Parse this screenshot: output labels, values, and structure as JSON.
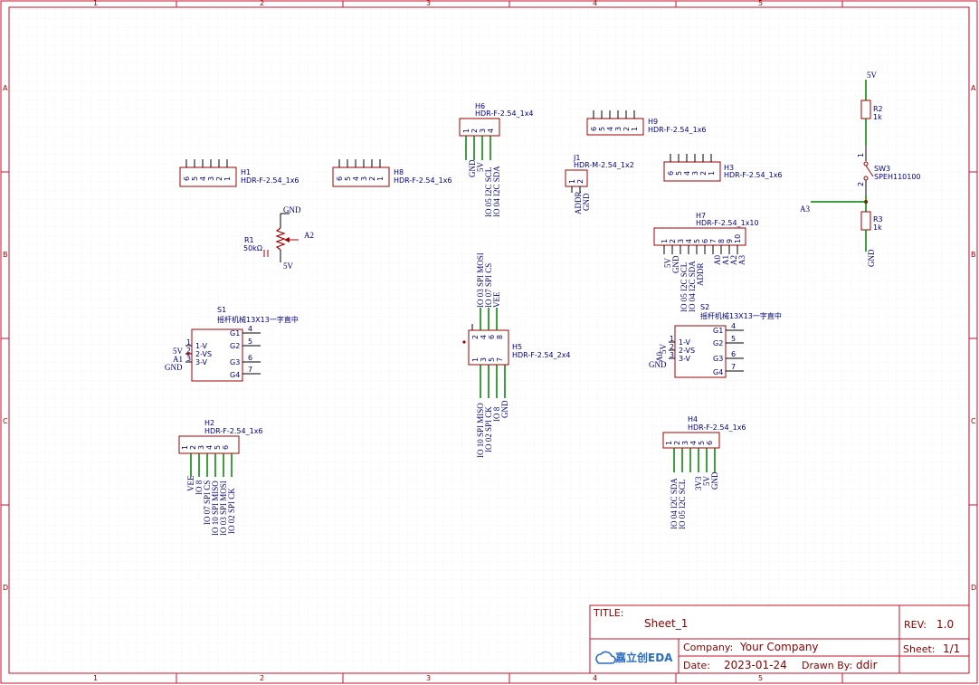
{
  "grid": {
    "columns": [
      "1",
      "2",
      "3",
      "4",
      "5"
    ],
    "rows": [
      "A",
      "B",
      "C",
      "D"
    ]
  },
  "title_block": {
    "title_label": "TITLE:",
    "title_value": "Sheet_1",
    "rev_label": "REV:",
    "rev_value": "1.0",
    "company_label": "Company:",
    "company_value": "Your Company",
    "sheet_label": "Sheet:",
    "sheet_value": "1/1",
    "date_label": "Date:",
    "date_value": "2023-01-24",
    "drawn_label": "Drawn By:",
    "drawn_value": "ddir",
    "logo_text": "嘉立创EDA"
  },
  "components": {
    "h1": {
      "ref": "H1",
      "value": "HDR-F-2.54_1x6",
      "pins": [
        "6",
        "5",
        "4",
        "3",
        "2",
        "1"
      ]
    },
    "h8": {
      "ref": "H8",
      "value": "HDR-F-2.54_1x6",
      "pins": [
        "6",
        "5",
        "4",
        "3",
        "2",
        "1"
      ]
    },
    "h9": {
      "ref": "H9",
      "value": "HDR-F-2.54_1x6",
      "pins": [
        "6",
        "5",
        "4",
        "3",
        "2",
        "1"
      ]
    },
    "h3": {
      "ref": "H3",
      "value": "HDR-F-2.54_1x6",
      "pins": [
        "6",
        "5",
        "4",
        "3",
        "2",
        "1"
      ]
    },
    "h6": {
      "ref": "H6",
      "value": "HDR-F-2.54_1x4",
      "pins": [
        "1",
        "2",
        "3",
        "4"
      ],
      "nets": [
        "GND",
        "5V",
        "IO 05 I2C SCL",
        "IO 04 I2C SDA"
      ]
    },
    "j1": {
      "ref": "J1",
      "value": "HDR-M-2.54_1x2",
      "pins": [
        "1",
        "2"
      ],
      "nets": [
        "ADDR",
        "GND"
      ]
    },
    "h7": {
      "ref": "H7",
      "value": "HDR-F-2.54_1x10",
      "pins": [
        "1",
        "2",
        "3",
        "4",
        "5",
        "6",
        "7",
        "8",
        "9",
        "10"
      ],
      "nets": [
        "5V",
        "GND",
        "IO 05 I2C SCL",
        "IO 04 I2C SDA",
        "ADDR",
        "A0",
        "A1",
        "A2",
        "A3"
      ]
    },
    "r1": {
      "ref": "R1",
      "value": "50kΩ",
      "net_top": "GND",
      "net_bottom": "5V",
      "net_wiper": "A2"
    },
    "r2": {
      "ref": "R2",
      "value": "1k",
      "net_top": "5V"
    },
    "r3": {
      "ref": "R3",
      "value": "1k",
      "net_bottom": "GND",
      "net_left": "A3"
    },
    "sw3": {
      "ref": "SW3",
      "value": "SPEH110100",
      "pins": [
        "1",
        "2"
      ]
    },
    "s1": {
      "ref": "S1",
      "value": "摇杆机械13X13一字直中",
      "left_pins": [
        "1-V",
        "2-VS",
        "3-V"
      ],
      "right_pins": [
        "G1",
        "G2",
        "G3",
        "G4"
      ],
      "right_nums": [
        "4",
        "5",
        "6",
        "7"
      ],
      "nets": [
        "5V",
        "A1",
        "GND"
      ],
      "pin_nums": [
        "1",
        "2",
        "3"
      ]
    },
    "s2": {
      "ref": "S2",
      "value": "摇杆机械13X13一字直中",
      "left_pins": [
        "1-V",
        "2-VS",
        "3-V"
      ],
      "right_pins": [
        "G1",
        "G2",
        "G3",
        "G4"
      ],
      "right_nums": [
        "4",
        "5",
        "6",
        "7"
      ],
      "nets": [
        "5V",
        "A0",
        "GND"
      ],
      "pin_nums": [
        "1",
        "2",
        "3"
      ]
    },
    "h5": {
      "ref": "H5",
      "value": "HDR-F-2.54_2x4",
      "top_pins": [
        "2",
        "4",
        "6",
        "8"
      ],
      "bottom_pins": [
        "1",
        "3",
        "5",
        "7"
      ],
      "top_nets": [
        "IO 03 SPI MOSI",
        "IO 07 SPI CS",
        "VEE"
      ],
      "bottom_nets": [
        "IO 10 SPI MISO",
        "IO 02 SPI CK",
        "IO 8",
        "GND"
      ]
    },
    "h2": {
      "ref": "H2",
      "value": "HDR-F-2.54_1x6",
      "pins": [
        "1",
        "2",
        "3",
        "4",
        "5",
        "6"
      ],
      "nets": [
        "VEE",
        "IO 8",
        "IO 07 SPI CS",
        "IO 10 SPI MISO",
        "IO 03 SPI MOSI",
        "IO 02 SPI CK"
      ]
    },
    "h4": {
      "ref": "H4",
      "value": "HDR-F-2.54_1x6",
      "pins": [
        "1",
        "2",
        "3",
        "4",
        "5",
        "6"
      ],
      "nets": [
        "IO 04 I2C SDA",
        "IO 05 I2C SCL",
        "3V3",
        "5V",
        "GND"
      ]
    }
  },
  "colors": {
    "border": "#c8102e",
    "component": "#a00000",
    "wire": "#008000",
    "net": "#000080",
    "grid": "#e6e6e6",
    "pin": "#000000"
  }
}
